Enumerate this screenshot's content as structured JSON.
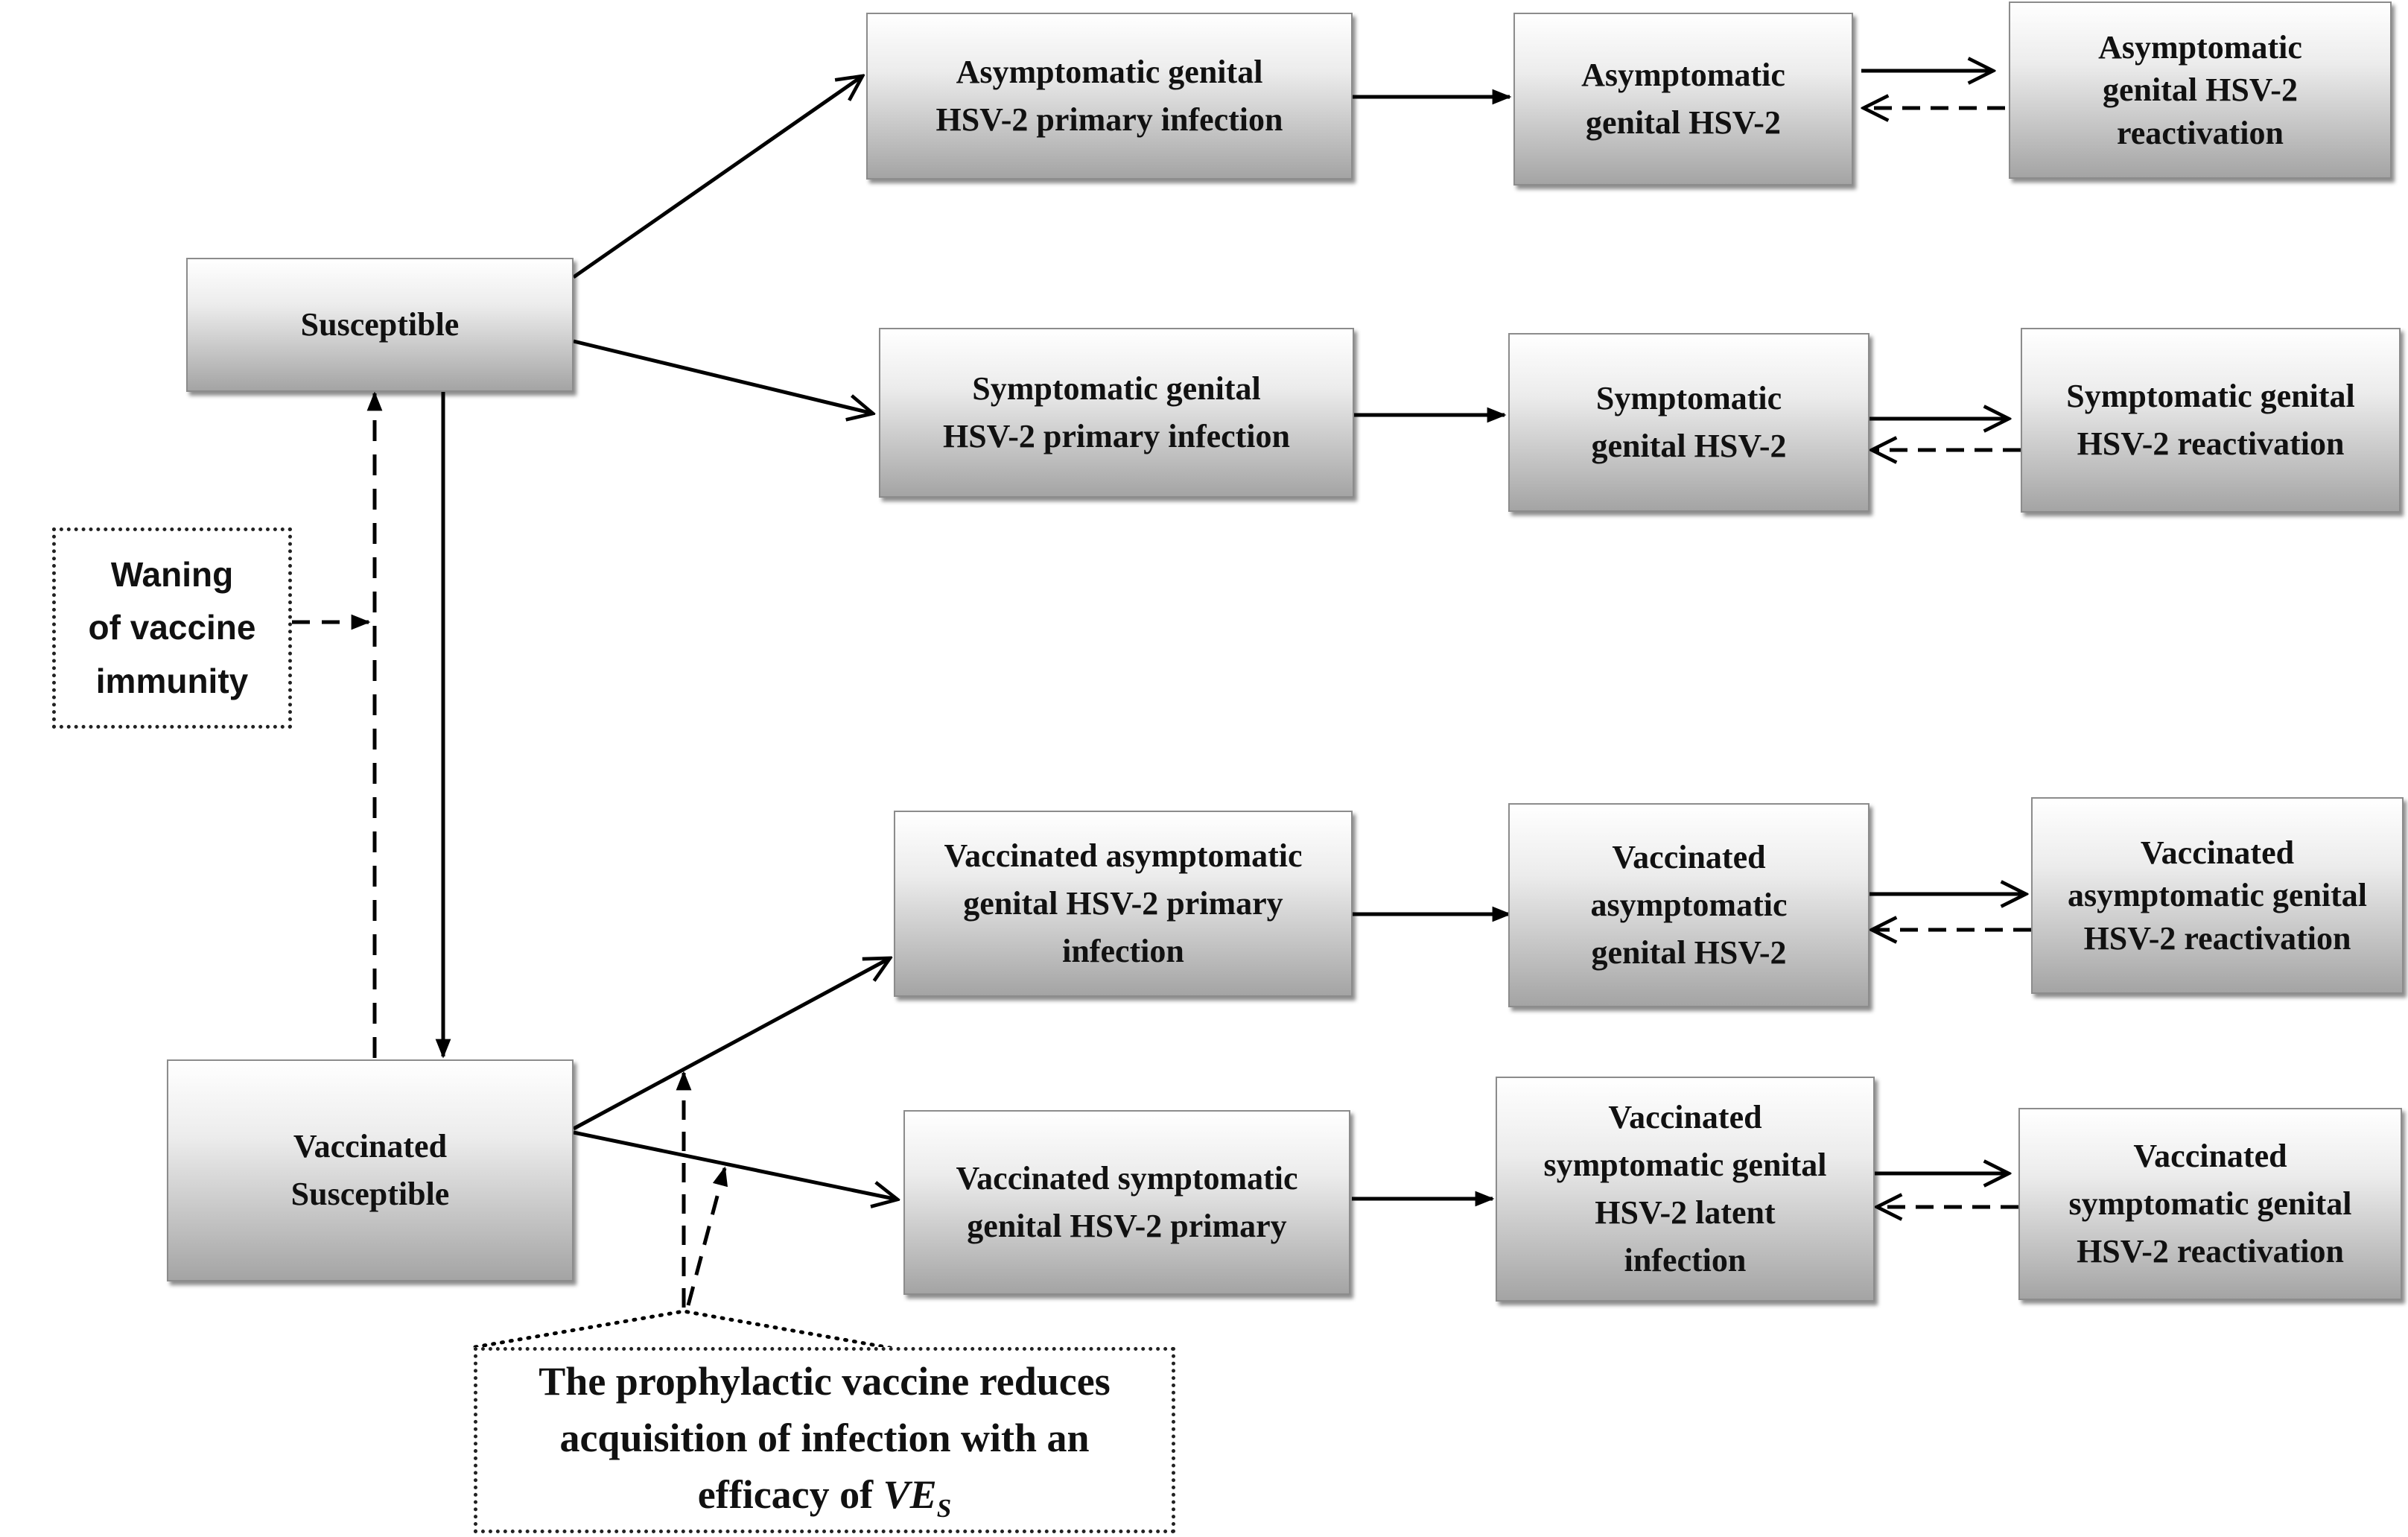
{
  "diagram": {
    "nodes": {
      "susceptible": [
        "Susceptible"
      ],
      "vaccinated_susceptible": [
        "Vaccinated",
        "Susceptible"
      ],
      "asym_primary": [
        "Asymptomatic genital",
        "HSV-2 primary infection"
      ],
      "asym_latent": [
        "Asymptomatic",
        "genital HSV-2"
      ],
      "asym_reactivation": [
        "Asymptomatic",
        "genital HSV-2",
        "reactivation"
      ],
      "sym_primary": [
        "Symptomatic genital",
        "HSV-2 primary infection"
      ],
      "sym_latent": [
        "Symptomatic",
        "genital HSV-2"
      ],
      "sym_reactivation": [
        "Symptomatic genital",
        "HSV-2 reactivation"
      ],
      "vacc_asym_primary": [
        "Vaccinated asymptomatic",
        "genital HSV-2 primary",
        "infection"
      ],
      "vacc_asym_latent": [
        "Vaccinated",
        "asymptomatic",
        "genital HSV-2"
      ],
      "vacc_asym_reactivation": [
        "Vaccinated",
        "asymptomatic genital",
        "HSV-2 reactivation"
      ],
      "vacc_sym_primary": [
        "Vaccinated symptomatic",
        "genital HSV-2 primary"
      ],
      "vacc_sym_latent": [
        "Vaccinated",
        "symptomatic genital",
        "HSV-2 latent",
        "infection"
      ],
      "vacc_sym_reactivation": [
        "Vaccinated",
        "symptomatic genital",
        "HSV-2 reactivation"
      ]
    },
    "notes": {
      "waning": [
        "Waning",
        "of vaccine",
        "immunity"
      ],
      "vaccine_effect": {
        "lines": [
          "The prophylactic vaccine reduces",
          "acquisition of infection with an"
        ],
        "last_prefix": "efficacy of ",
        "ve_symbol": "VE",
        "ve_subscript": "S"
      }
    },
    "edges": [
      {
        "from": "susceptible",
        "to": "asym_primary",
        "style": "solid"
      },
      {
        "from": "susceptible",
        "to": "sym_primary",
        "style": "solid"
      },
      {
        "from": "susceptible",
        "to": "vaccinated_susceptible",
        "style": "solid"
      },
      {
        "from": "vaccinated_susceptible",
        "to": "susceptible",
        "style": "dashed"
      },
      {
        "from": "waning",
        "to": "susceptible-vaccinated_susceptible",
        "style": "dashed"
      },
      {
        "from": "asym_primary",
        "to": "asym_latent",
        "style": "solid"
      },
      {
        "from": "asym_latent",
        "to": "asym_reactivation",
        "style": "solid"
      },
      {
        "from": "asym_reactivation",
        "to": "asym_latent",
        "style": "dashed"
      },
      {
        "from": "sym_primary",
        "to": "sym_latent",
        "style": "solid"
      },
      {
        "from": "sym_latent",
        "to": "sym_reactivation",
        "style": "solid"
      },
      {
        "from": "sym_reactivation",
        "to": "sym_latent",
        "style": "dashed"
      },
      {
        "from": "vaccinated_susceptible",
        "to": "vacc_asym_primary",
        "style": "solid"
      },
      {
        "from": "vaccinated_susceptible",
        "to": "vacc_sym_primary",
        "style": "solid"
      },
      {
        "from": "vacc_asym_primary",
        "to": "vacc_asym_latent",
        "style": "solid"
      },
      {
        "from": "vacc_asym_latent",
        "to": "vacc_asym_reactivation",
        "style": "solid"
      },
      {
        "from": "vacc_asym_reactivation",
        "to": "vacc_asym_latent",
        "style": "dashed"
      },
      {
        "from": "vacc_sym_primary",
        "to": "vacc_sym_latent",
        "style": "solid"
      },
      {
        "from": "vacc_sym_latent",
        "to": "vacc_sym_reactivation",
        "style": "solid"
      },
      {
        "from": "vacc_sym_reactivation",
        "to": "vacc_sym_latent",
        "style": "dashed"
      },
      {
        "from": "vaccine_effect",
        "to": "vaccinated_susceptible-vacc_asym_primary",
        "style": "dashed"
      },
      {
        "from": "vaccine_effect",
        "to": "vaccinated_susceptible-vacc_sym_primary",
        "style": "dashed"
      }
    ]
  }
}
